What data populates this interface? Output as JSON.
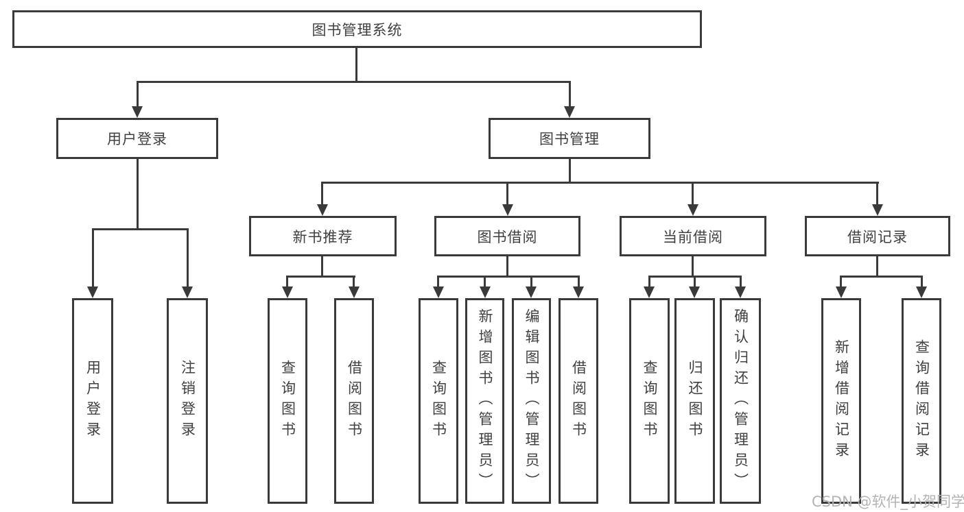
{
  "tree": {
    "root": {
      "label": "图书管理系统"
    },
    "branches": [
      {
        "label": "用户登录",
        "children": [
          {
            "label": "用户登录"
          },
          {
            "label": "注销登录"
          }
        ]
      },
      {
        "label": "图书管理",
        "children": [
          {
            "label": "新书推荐",
            "children": [
              {
                "label": "查询图书"
              },
              {
                "label": "借阅图书"
              }
            ]
          },
          {
            "label": "图书借阅",
            "children": [
              {
                "label": "查询图书"
              },
              {
                "label": "新增图书（管理员）"
              },
              {
                "label": "编辑图书（管理员）"
              },
              {
                "label": "借阅图书"
              }
            ]
          },
          {
            "label": "当前借阅",
            "children": [
              {
                "label": "查询图书"
              },
              {
                "label": "归还图书"
              },
              {
                "label": "确认归还（管理员）"
              }
            ]
          },
          {
            "label": "借阅记录",
            "children": [
              {
                "label": "新增借阅记录"
              },
              {
                "label": "查询借阅记录"
              }
            ]
          }
        ]
      }
    ]
  },
  "watermark": "CSDN @软件_小贺同学",
  "colors": {
    "line": "#3a3a3a",
    "text": "#404040",
    "box_bg": "#ffffff",
    "watermark": "#b3b3b3",
    "background": "#ffffff"
  }
}
